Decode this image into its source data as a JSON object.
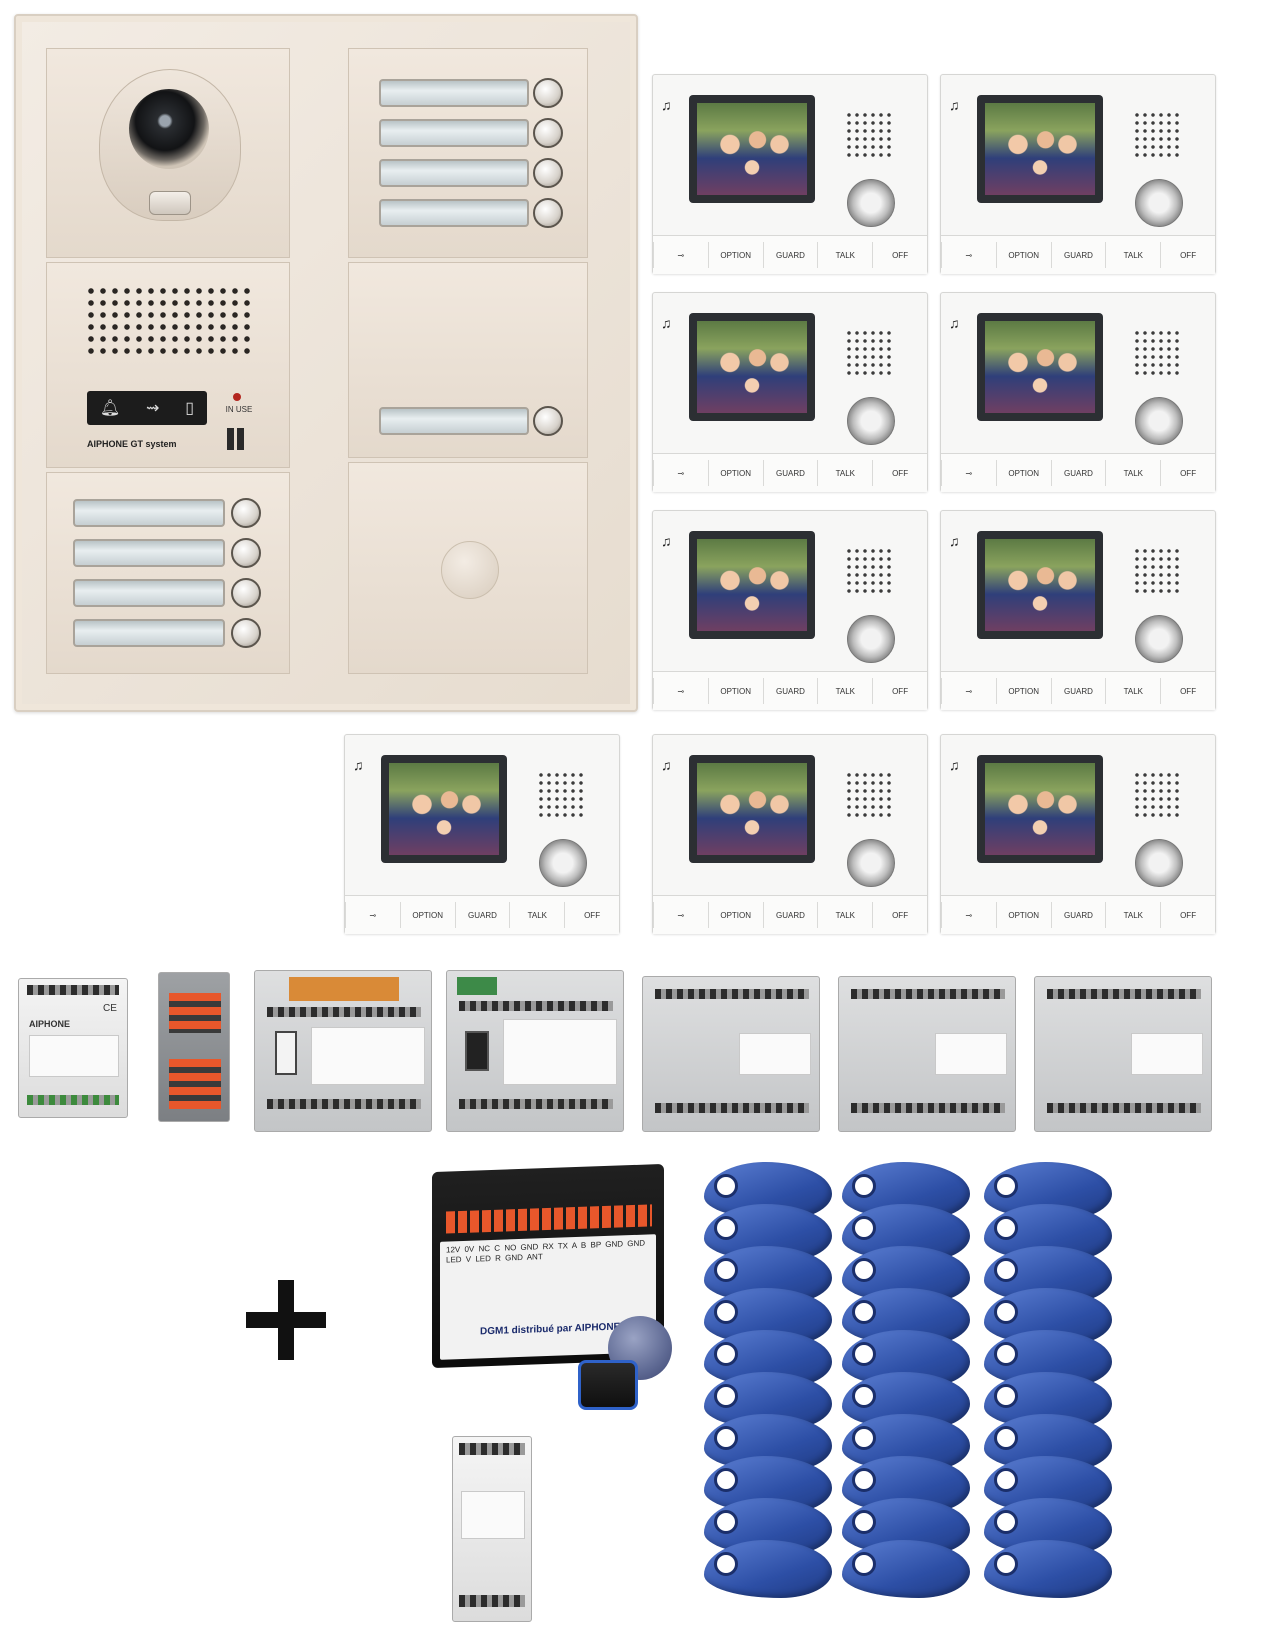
{
  "entrance_panel": {
    "brand_text": "AIPHONE GT system",
    "in_use_label": "IN USE",
    "left_column_button_count": 4,
    "right_column_button_count": 5
  },
  "monitors": {
    "count": 9,
    "key_labels": [
      "OPTION",
      "GUARD",
      "TALK",
      "OFF"
    ]
  },
  "modules": {
    "power_supply_brand": "AIPHONE",
    "count_adapters": 5
  },
  "kit_extras": {
    "plus_symbol": "+",
    "controller_label": "DGM1 distribué par AIPHONE",
    "controller_terminals": [
      "12V",
      "0V",
      "NC",
      "C",
      "NO",
      "GND",
      "RX",
      "TX",
      "A",
      "B",
      "BP",
      "GND",
      "GND",
      "LED V",
      "LED R",
      "GND",
      "ANT"
    ],
    "badge_columns": 3,
    "badges_per_column": 10,
    "badge_color": "#2d4fa6"
  }
}
